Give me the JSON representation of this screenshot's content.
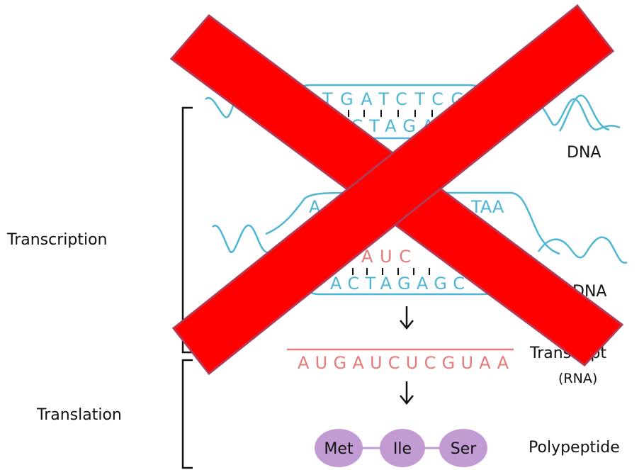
{
  "labels": {
    "transcription": "Transcription",
    "translation": "Translation",
    "dna_top": "DNA",
    "dna_bottom": "DNA",
    "transcript": "Transcript",
    "rna": "(RNA)",
    "polypeptide": "Polypeptide"
  },
  "sequences": {
    "dna1_coding": "TGATCTCG",
    "dna1_template": "ACTAGAG",
    "dna2_coding": "TAA",
    "dna2_template_left": "A",
    "dna2_rna": "AUC",
    "dna2_template": "ACTAGAGC",
    "transcript_rna": "AUGAUCUCGUAA"
  },
  "amino_acids": [
    "Met",
    "Ile",
    "Ser"
  ],
  "colors": {
    "dna": "#4fb6d4",
    "rna": "#e8797a",
    "amino_acid": "#c39bd3",
    "cross": "#ff0000",
    "cross_outline": "#b23a55"
  }
}
